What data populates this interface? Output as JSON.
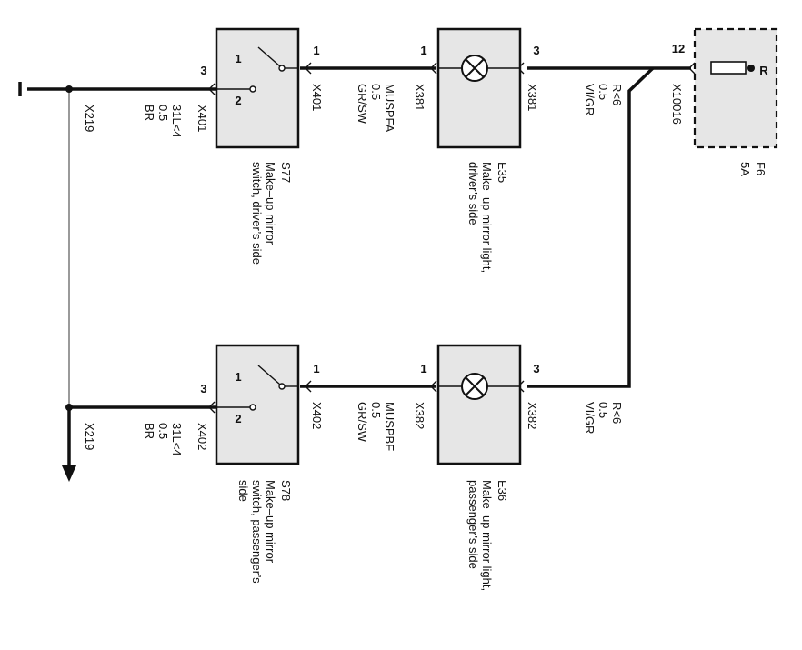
{
  "fuse": {
    "id": "F6",
    "rating": "5A",
    "pin_top": "12",
    "pin_top_letter": "R",
    "connector": "X10016"
  },
  "feed_wire_1": {
    "spec": "R<6",
    "gauge": "0.5",
    "color": "VI/GR"
  },
  "feed_wire_2": {
    "spec": "R<6",
    "gauge": "0.5",
    "color": "VI/GR"
  },
  "light_driver": {
    "id": "E35",
    "name": "Make–up mirror light, driver’s side",
    "name_l1": "Make–up mirror light,",
    "name_l2": "driver’s side",
    "pin_left": "1",
    "pin_right": "3",
    "conn_left": "X381",
    "conn_right": "X381"
  },
  "light_passenger": {
    "id": "E36",
    "name": "Make–up mirror light, passenger’s side",
    "name_l1": "Make–up mirror light,",
    "name_l2": "passenger’s side",
    "pin_left": "1",
    "pin_right": "3",
    "conn_left": "X382",
    "conn_right": "X382"
  },
  "wire_driver_mid": {
    "spec": "MUSPFA",
    "gauge": "0.5",
    "color": "GR/SW"
  },
  "wire_passenger_mid": {
    "spec": "MUSPBF",
    "gauge": "0.5",
    "color": "GR/SW"
  },
  "switch_driver": {
    "id": "S77",
    "name_l1": "Make–up mirror",
    "name_l2": "switch, driver’s side",
    "pin_1": "1",
    "pin_2": "2",
    "pin_3": "3",
    "pin_out": "1",
    "conn_left": "X401",
    "conn_right": "X401"
  },
  "switch_passenger": {
    "id": "S78",
    "name_l1": "Make–up mirror",
    "name_l2": "switch, passenger’s",
    "name_l3": "side",
    "pin_1": "1",
    "pin_2": "2",
    "pin_3": "3",
    "pin_out": "1",
    "conn_left": "X402",
    "conn_right": "X402"
  },
  "ground_wire_1": {
    "spec": "31L<4",
    "gauge": "0.5",
    "color": "BR"
  },
  "ground_wire_2": {
    "spec": "31L<4",
    "gauge": "0.5",
    "color": "BR"
  },
  "ground_conn_1": "X219",
  "ground_conn_2": "X219"
}
